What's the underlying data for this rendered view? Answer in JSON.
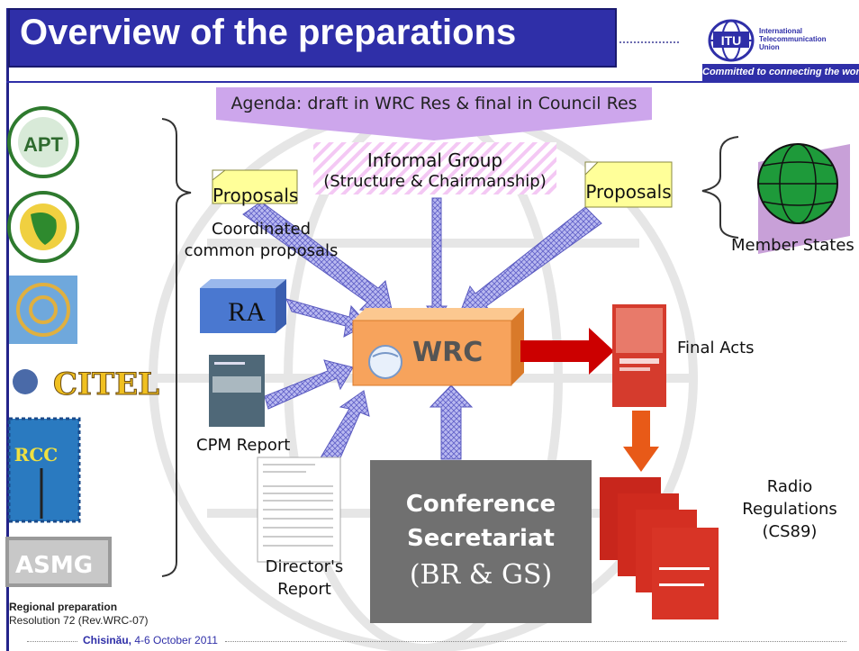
{
  "title": "Overview of the preparations",
  "itu": {
    "line1": "International",
    "line2": "Telecommunication",
    "line3": "Union",
    "badge": "ITU",
    "tagline": "Committed to connecting the world"
  },
  "agenda": "Agenda: draft in WRC Res & final in Council Res",
  "informal_group": {
    "line1": "Informal Group",
    "line2": "(Structure & Chairmanship)"
  },
  "proposals_left": "Proposals",
  "proposals_right": "Proposals",
  "coordinated": {
    "line1": "Coordinated",
    "line2": "common proposals"
  },
  "member_states": "Member States",
  "ra": "RA",
  "cpm_report": "CPM Report",
  "directors_report": {
    "line1": "Director's",
    "line2": "Report"
  },
  "wrc": "WRC",
  "final_acts": "Final Acts",
  "radio_regulations": {
    "line1": "Radio",
    "line2": "Regulations",
    "line3": "(CS89)"
  },
  "conference_secretariat": {
    "line1": "Conference",
    "line2": "Secretariat",
    "line3": "(BR & GS)"
  },
  "regional_logos": {
    "apt": "APT",
    "citel": "CITEL",
    "rcc": "RCC",
    "asmg": "ASMG"
  },
  "footer": {
    "regional_preparation": "Regional preparation",
    "resolution": "Resolution 72 (Rev.WRC-07)",
    "location": "Chisinău,",
    "dates": "4-6 October 2011"
  },
  "colors": {
    "title_bg": "#2f2fa8",
    "agenda_bg": "#cda6ec",
    "proposal_note": "#ffff99",
    "wrc_box": "#f7a35c",
    "arrow_fill": "#9a9ae6",
    "final_arrow": "#cc0000",
    "secretariat_bg": "#707070"
  }
}
